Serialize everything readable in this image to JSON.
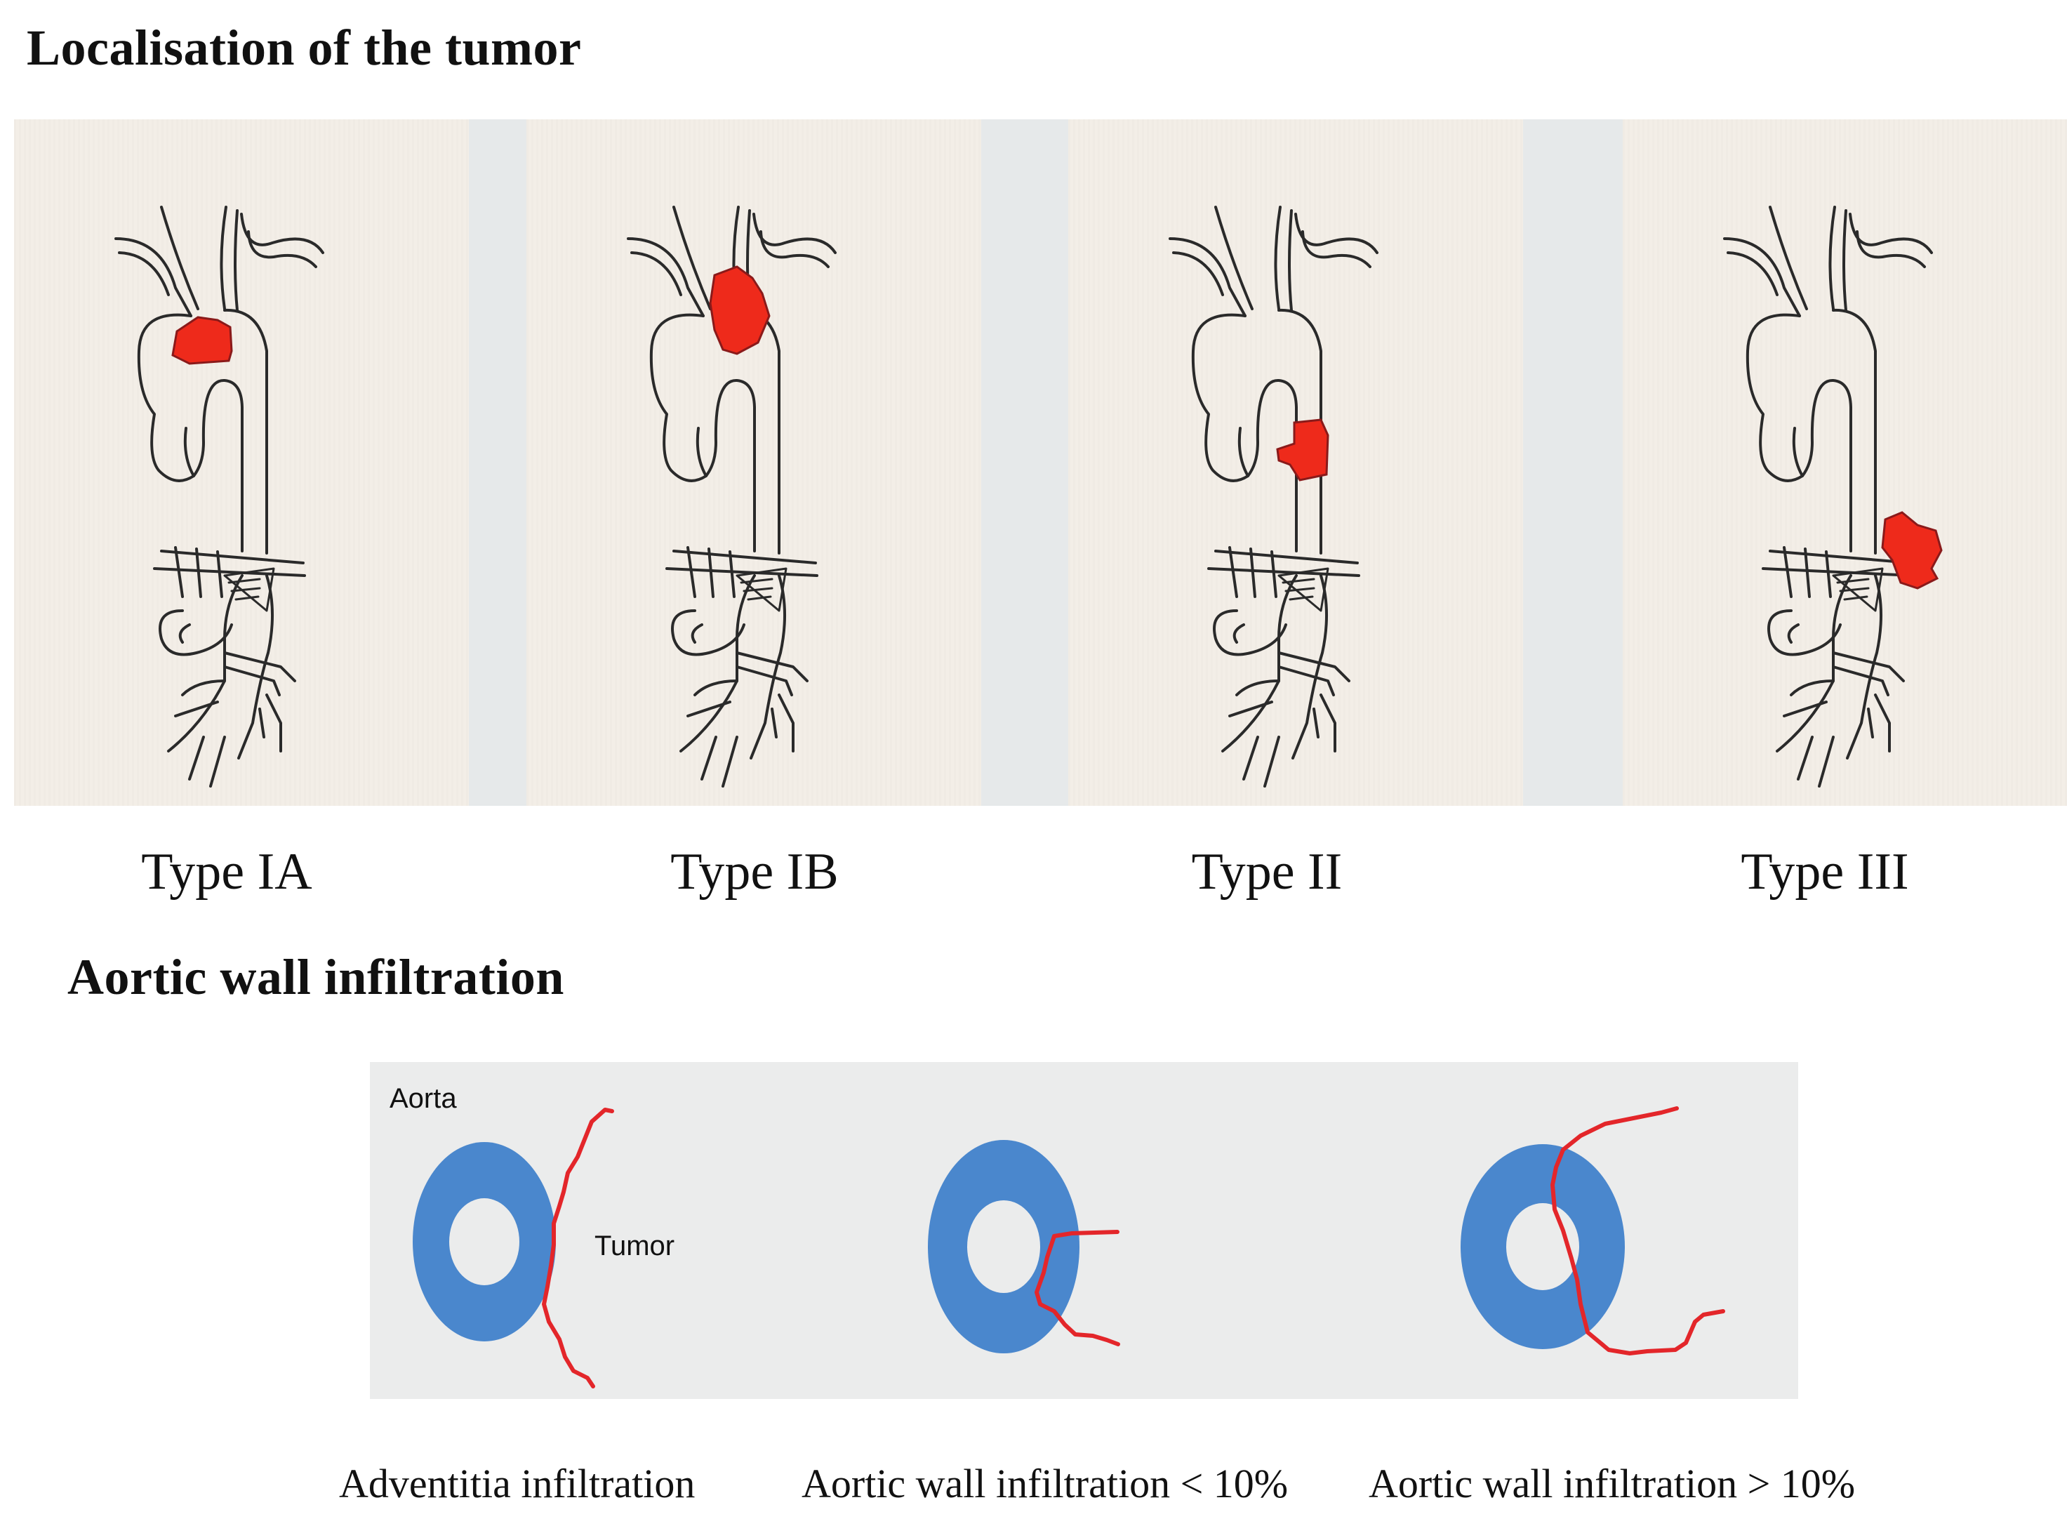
{
  "headings": {
    "localisation": "Localisation of the tumor",
    "infiltration": "Aortic wall infiltration"
  },
  "tumor_types": [
    {
      "label": "Type IA"
    },
    {
      "label": "Type IB"
    },
    {
      "label": "Type II"
    },
    {
      "label": "Type III"
    }
  ],
  "infiltration": {
    "aorta_label": "Aorta",
    "tumor_label": "Tumor",
    "captions": [
      "Adventitia infiltration",
      "Aortic wall infiltration < 10%",
      "Aortic wall infiltration > 10%"
    ]
  },
  "colors": {
    "tumor": "#ee2a1b",
    "aorta_ring": "#4a87cd",
    "tumor_line": "#e3262a",
    "panel_bg": "#f3eee7",
    "infiltration_bg": "#ebecec"
  }
}
